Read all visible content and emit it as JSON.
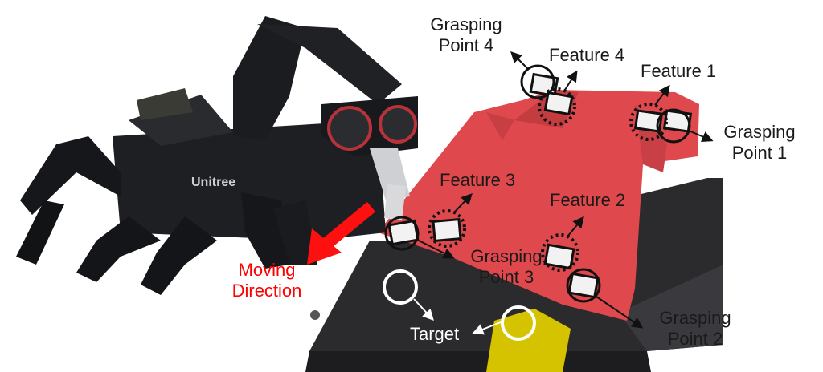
{
  "scene": {
    "description_colors": {
      "cloth": "#e0484d",
      "platform": "#2a2a2c",
      "robot": "#1e1f22",
      "arrow_red": "#ff1010",
      "circle_black": "#111111",
      "circle_white": "#ffffff",
      "yellow_patch": "#d8c400"
    }
  },
  "labels": {
    "grasping_point_4": "Grasping\nPoint 4",
    "feature_4": "Feature 4",
    "feature_1": "Feature 1",
    "grasping_point_1": "Grasping\nPoint 1",
    "feature_3": "Feature 3",
    "feature_2": "Feature 2",
    "grasping_point_3": "Grasping\nPoint 3",
    "moving_direction": "Moving\nDirection",
    "target": "Target",
    "grasping_point_2": "Grasping\nPoint 2"
  },
  "robot_logo": "Unitree"
}
